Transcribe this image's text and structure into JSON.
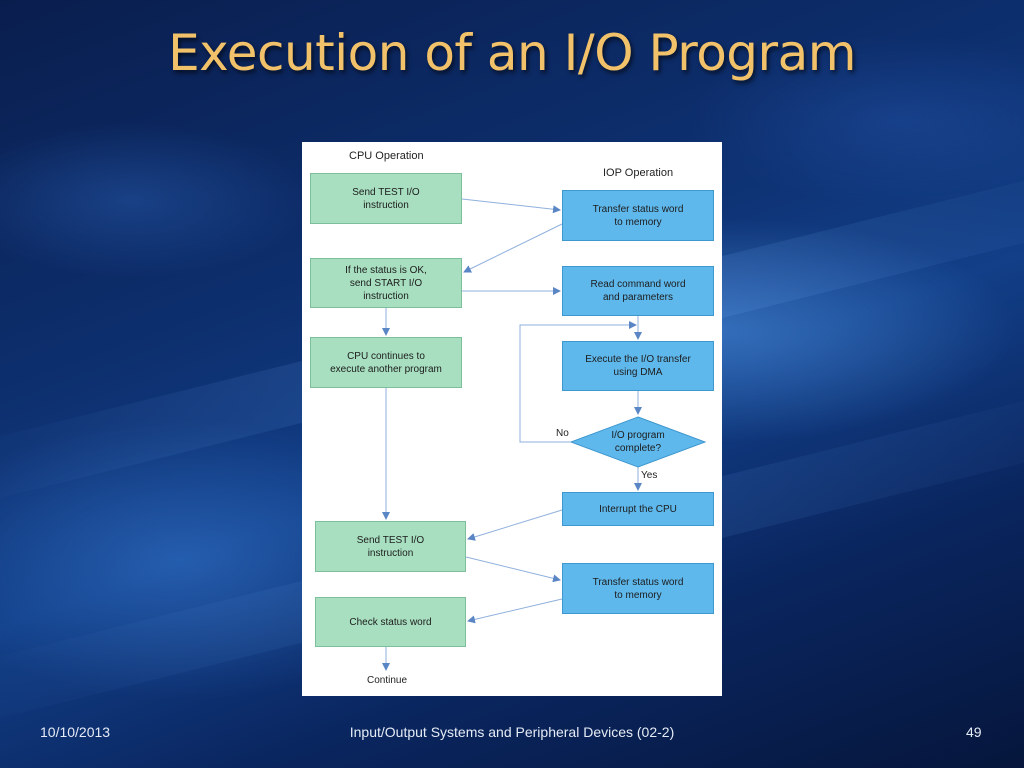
{
  "slide": {
    "title": "Execution of an I/O Program",
    "footer_date": "10/10/2013",
    "footer_center": "Input/Output Systems and Peripheral Devices (02-2)",
    "page_number": "49"
  },
  "diagram": {
    "cpu_header": "CPU Operation",
    "iop_header": "IOP Operation",
    "cpu_steps": [
      "Send TEST I/O\ninstruction",
      "If the status is OK,\nsend START I/O\ninstruction",
      "CPU continues to\nexecute another program",
      "Send TEST I/O\ninstruction",
      "Check status word"
    ],
    "iop_steps": [
      "Transfer status word\nto memory",
      "Read command word\nand parameters",
      "Execute the I/O transfer\nusing DMA",
      "Interrupt the CPU",
      "Transfer status word\nto memory"
    ],
    "decision": "I/O program\ncomplete?",
    "no_label": "No",
    "yes_label": "Yes",
    "end_label": "Continue",
    "colors": {
      "cpu_box": "#a8dfc0",
      "iop_box": "#5fb8ec",
      "arrow": "#5b86c5",
      "title": "#f2c26a"
    }
  }
}
